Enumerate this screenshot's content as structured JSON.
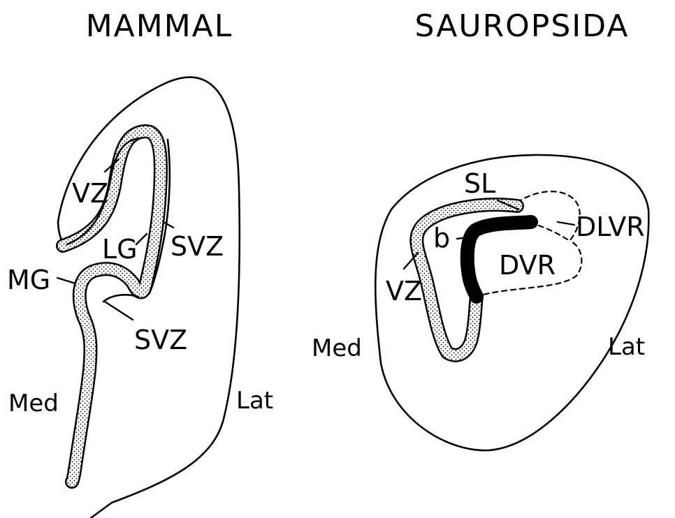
{
  "titles": {
    "left": "MAMMAL",
    "right": "SAUROPSIDA"
  },
  "mammal": {
    "vz": "VZ",
    "lg": "LG",
    "svz_upper": "SVZ",
    "mg": "MG",
    "svz_lower": "SVZ",
    "med": "Med",
    "lat": "Lat"
  },
  "sauropsida": {
    "sl": "SL",
    "dlvr": "DLVR",
    "b": "b",
    "dvr": "DVR",
    "vz": "VZ",
    "med": "Med",
    "lat": "Lat"
  },
  "style": {
    "ink": "#000000",
    "zone_fill": "#d9d9d9",
    "band_fill": "#000000"
  }
}
